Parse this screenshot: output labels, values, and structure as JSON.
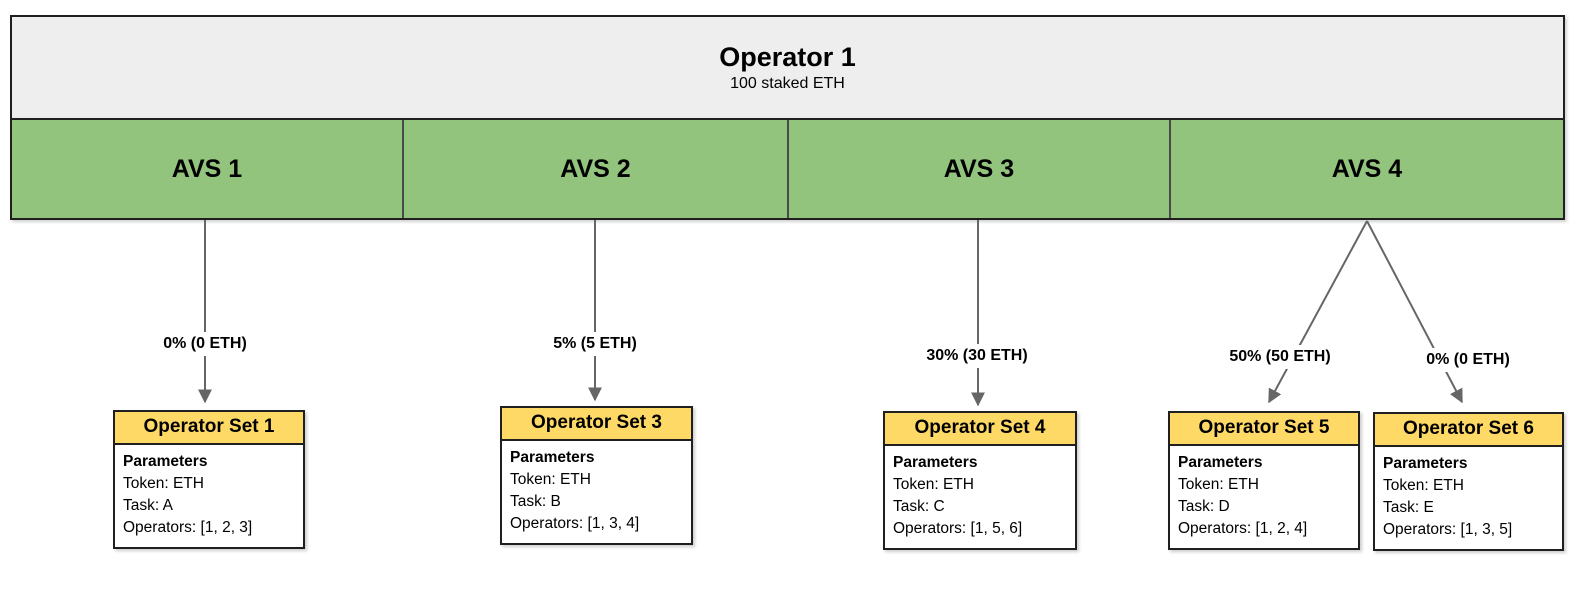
{
  "operator_box": {
    "title": "Operator 1",
    "subtitle": "100 staked ETH"
  },
  "avs_bar": {
    "items": [
      {
        "label": "AVS 1"
      },
      {
        "label": "AVS 2"
      },
      {
        "label": "AVS 3"
      },
      {
        "label": "AVS 4"
      }
    ]
  },
  "allocations": [
    {
      "from": "AVS 1",
      "to": "Operator Set 1",
      "label": "0% (0 ETH)"
    },
    {
      "from": "AVS 2",
      "to": "Operator Set 3",
      "label": "5% (5 ETH)"
    },
    {
      "from": "AVS 3",
      "to": "Operator Set 4",
      "label": "30% (30 ETH)"
    },
    {
      "from": "AVS 4",
      "to": "Operator Set 5",
      "label": "50% (50 ETH)"
    },
    {
      "from": "AVS 4",
      "to": "Operator Set 6",
      "label": "0% (0 ETH)"
    }
  ],
  "operator_sets": [
    {
      "title": "Operator Set 1",
      "params_heading": "Parameters",
      "token": "Token: ETH",
      "task": "Task: A",
      "operators": "Operators: [1, 2, 3]"
    },
    {
      "title": "Operator Set 3",
      "params_heading": "Parameters",
      "token": "Token: ETH",
      "task": "Task: B",
      "operators": "Operators: [1, 3, 4]"
    },
    {
      "title": "Operator Set 4",
      "params_heading": "Parameters",
      "token": "Token: ETH",
      "task": "Task: C",
      "operators": "Operators: [1, 5, 6]"
    },
    {
      "title": "Operator Set 5",
      "params_heading": "Parameters",
      "token": "Token: ETH",
      "task": "Task: D",
      "operators": "Operators: [1, 2, 4]"
    },
    {
      "title": "Operator Set 6",
      "params_heading": "Parameters",
      "token": "Token: ETH",
      "task": "Task: E",
      "operators": "Operators: [1, 3, 5]"
    }
  ],
  "colors": {
    "avs_green": "#93C47D",
    "set_header_yellow": "#FFD966",
    "operator_gray": "#EEEEEE",
    "arrow_gray": "#666666"
  }
}
